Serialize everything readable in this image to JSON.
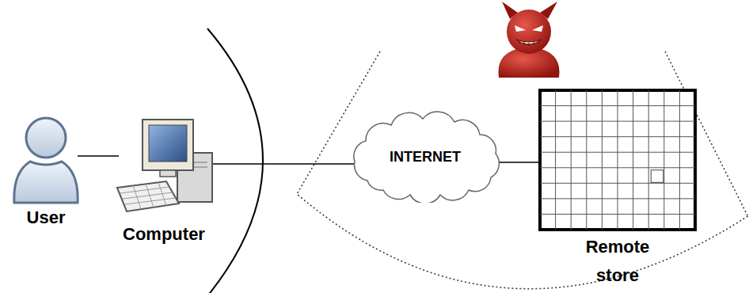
{
  "diagram": {
    "nodes": [
      {
        "text": [
          "User"
        ]
      },
      {
        "text": [
          "Computer"
        ]
      },
      {
        "text": [
          "INTERNET"
        ]
      },
      {
        "text": [
          "Remote store"
        ]
      }
    ],
    "edges": [
      {
        "from": 0,
        "to": 1,
        "arrow": "none"
      },
      {
        "from": 1,
        "to": 2,
        "arrow": "none"
      },
      {
        "from": 2,
        "to": 3,
        "arrow": "none"
      }
    ]
  }
}
